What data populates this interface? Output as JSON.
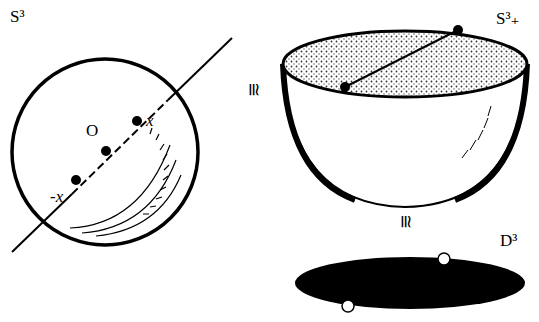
{
  "diagram": {
    "labels": [
      "S³",
      "O",
      "x",
      "-x",
      "S³₊",
      "≅",
      "≅",
      "D³"
    ]
  }
}
